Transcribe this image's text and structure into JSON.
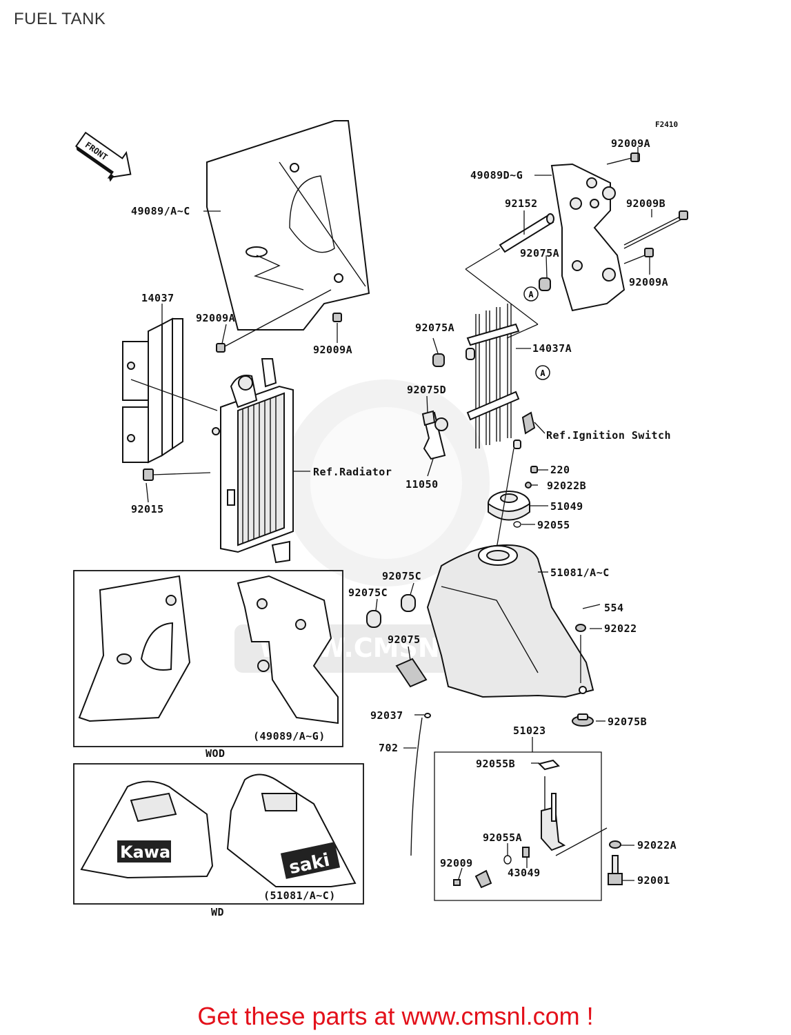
{
  "page_title": "FUEL TANK",
  "figure_code": "F2410",
  "front_arrow_label": "FRONT",
  "watermark": "WWW.CMSNL.COM",
  "labels": {
    "p49089ac": "49089/A~C",
    "p49089dg": "49089D~G",
    "p92009a_top": "92009A",
    "p92009b": "92009B",
    "p92009a_right": "92009A",
    "p92152": "92152",
    "p92075a_top": "92075A",
    "p14037": "14037",
    "p92009a_left": "92009A",
    "p92009a_mid": "92009A",
    "p92075a_mid": "92075A",
    "p14037a": "14037A",
    "p92075d": "92075D",
    "ref_ignition": "Ref.Ignition Switch",
    "ref_radiator": "Ref.Radiator",
    "p11050": "11050",
    "p220": "220",
    "p92022b": "92022B",
    "p51049": "51049",
    "p92055": "92055",
    "p92015": "92015",
    "p51081ac": "51081/A~C",
    "p92075c_a": "92075C",
    "p92075c_b": "92075C",
    "p554": "554",
    "p92022": "92022",
    "p92075": "92075",
    "p92037": "92037",
    "p92075b": "92075B",
    "p702": "702",
    "p51023": "51023",
    "p92055b": "92055B",
    "p92055a": "92055A",
    "p92022a": "92022A",
    "p92009": "92009",
    "p43049": "43049",
    "p92001": "92001",
    "circle_a": "A",
    "box_wod_ref": "(49089/A~G)",
    "box_wod": "WOD",
    "box_wd_ref": "(51081/A~C)",
    "box_wd": "WD",
    "decal_1": "Kawa",
    "decal_2": "saki"
  },
  "footer_text": "Get these parts at www.cmsnl.com !",
  "colors": {
    "footer": "#e3101a",
    "ink": "#111111",
    "watermark": "#d9d9d9"
  }
}
